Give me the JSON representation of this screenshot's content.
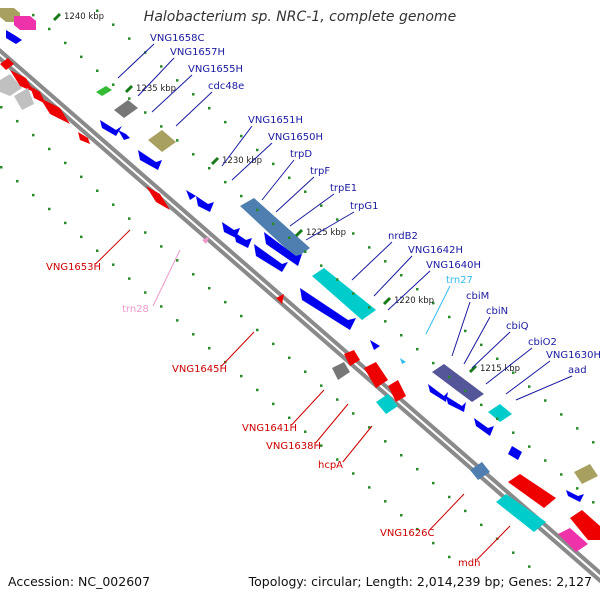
{
  "title": "Halobacterium sp. NRC-1, complete genome",
  "footer": {
    "accession": "Accession: NC_002607",
    "summary": "Topology: circular; Length: 2,014,239 bp; Genes: 2,127"
  },
  "colors": {
    "backbone": "#8a8a8a",
    "tick": "#1a7a1a",
    "ruler_dot": "#2a8a2a",
    "forward_cds": "#0000ee",
    "reverse_cds": "#ee0000",
    "forward_label": "#1a1aa0",
    "reverse_label": "#cc0000",
    "trna_forward": "#33bbee",
    "trna_reverse": "#ee99cc",
    "forward_feature": "#00cccc",
    "steel_feature": "#4f7fb0",
    "olive_feature": "#a8a060",
    "gray_feature": "#777777",
    "silver_feature": "#c0c0c0",
    "green_feature": "#33bb33",
    "magenta_feature": "#ee33aa",
    "purple_feature": "#555599"
  },
  "ticks": [
    {
      "label": "1240 kbp",
      "kbp": 1240
    },
    {
      "label": "1235 kbp",
      "kbp": 1235
    },
    {
      "label": "1230 kbp",
      "kbp": 1230
    },
    {
      "label": "1225 kbp",
      "kbp": 1225
    },
    {
      "label": "1220 kbp",
      "kbp": 1220
    },
    {
      "label": "1215 kbp",
      "kbp": 1215
    }
  ],
  "forward_labels": [
    {
      "text": "VNG1658C",
      "kind": "cds"
    },
    {
      "text": "VNG1657H",
      "kind": "cds"
    },
    {
      "text": "VNG1655H",
      "kind": "cds"
    },
    {
      "text": "cdc48e",
      "kind": "cds"
    },
    {
      "text": "VNG1651H",
      "kind": "cds"
    },
    {
      "text": "VNG1650H",
      "kind": "cds"
    },
    {
      "text": "trpD",
      "kind": "cds"
    },
    {
      "text": "trpF",
      "kind": "cds"
    },
    {
      "text": "trpE1",
      "kind": "cds"
    },
    {
      "text": "trpG1",
      "kind": "cds"
    },
    {
      "text": "nrdB2",
      "kind": "cds"
    },
    {
      "text": "VNG1642H",
      "kind": "cds"
    },
    {
      "text": "VNG1640H",
      "kind": "cds"
    },
    {
      "text": "trn27",
      "kind": "trna"
    },
    {
      "text": "cbiM",
      "kind": "cds"
    },
    {
      "text": "cbiN",
      "kind": "cds"
    },
    {
      "text": "cbiQ",
      "kind": "cds"
    },
    {
      "text": "cbiO2",
      "kind": "cds"
    },
    {
      "text": "VNG1630H",
      "kind": "cds"
    },
    {
      "text": "aad",
      "kind": "cds"
    }
  ],
  "reverse_labels": [
    {
      "text": "VNG1653H",
      "kind": "cds"
    },
    {
      "text": "trn28",
      "kind": "trna"
    },
    {
      "text": "VNG1645H",
      "kind": "cds"
    },
    {
      "text": "VNG1641H",
      "kind": "cds"
    },
    {
      "text": "VNG1638H",
      "kind": "cds"
    },
    {
      "text": "hcpA",
      "kind": "cds"
    },
    {
      "text": "VNG1626C",
      "kind": "cds"
    },
    {
      "text": "mdh",
      "kind": "cds"
    }
  ]
}
